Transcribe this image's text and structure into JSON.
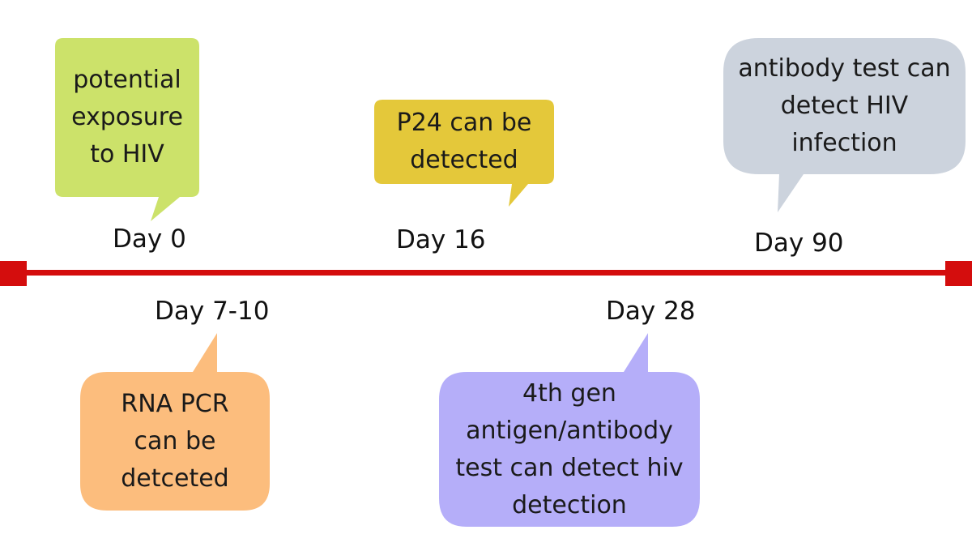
{
  "colors": {
    "timeline": "#d40d0d",
    "green": "#cce26a",
    "yellow": "#e4c83a",
    "gray": "#ccd3dd",
    "orange": "#fcbd7d",
    "purple": "#b5aef9"
  },
  "events": [
    {
      "day": "Day 0",
      "text": "potential\nexposure\nto HIV",
      "color": "green",
      "side": "top"
    },
    {
      "day": "Day 16",
      "text": "P24 can be\ndetected",
      "color": "yellow",
      "side": "top"
    },
    {
      "day": "Day 90",
      "text": "antibody test can\ndetect HIV\ninfection",
      "color": "gray",
      "side": "top"
    },
    {
      "day": "Day 7-10",
      "text": "RNA PCR\ncan be\ndetceted",
      "color": "orange",
      "side": "bottom"
    },
    {
      "day": "Day 28",
      "text": "4th gen\nantigen/antibody\ntest can detect hiv\ndetection",
      "color": "purple",
      "side": "bottom"
    }
  ]
}
